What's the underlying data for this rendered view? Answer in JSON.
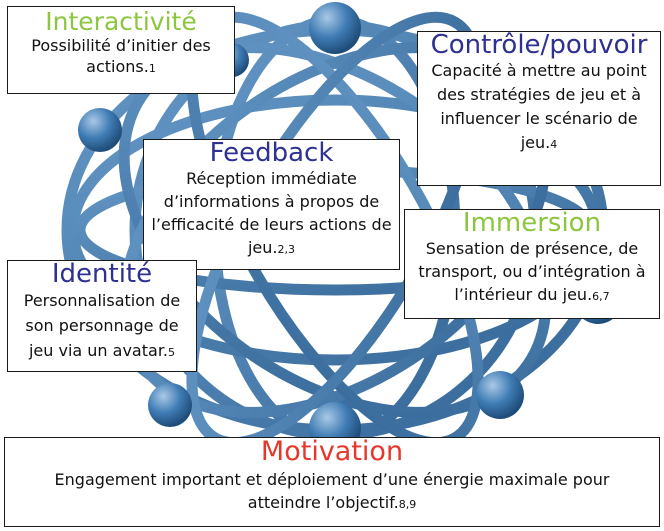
{
  "colors": {
    "interactivite": "#8cc63f",
    "controle": "#2e3191",
    "feedback": "#2e3191",
    "immersion": "#8cc63f",
    "identite": "#2e3191",
    "motivation": "#e5372b",
    "network": "#2f6fa6"
  },
  "image": {
    "name": "network-globe"
  },
  "boxes": {
    "interactivite": {
      "title": "Interactivité",
      "desc": "Possibilité d’initier des actions.",
      "ref": "1"
    },
    "controle": {
      "title": "Contrôle/pouvoir",
      "desc": "Capacité à mettre au point des stratégies de jeu et à influencer le scénario de jeu.",
      "ref": "4"
    },
    "feedback": {
      "title": "Feedback",
      "desc": "Réception immédiate d’informations à propos de l’efficacité de leurs actions de jeu.",
      "ref": "2,3"
    },
    "immersion": {
      "title": "Immersion",
      "desc": "Sensation de présence, de transport, ou d’intégration à l’intérieur du jeu.",
      "ref": "6,7"
    },
    "identite": {
      "title": "Identité",
      "desc": "Personnalisation de son personnage de jeu via un avatar.",
      "ref": "5"
    },
    "motivation": {
      "title": "Motivation",
      "desc": "Engagement important et déploiement d’une énergie maximale pour atteindre l’objectif.",
      "ref": "8,9"
    }
  }
}
